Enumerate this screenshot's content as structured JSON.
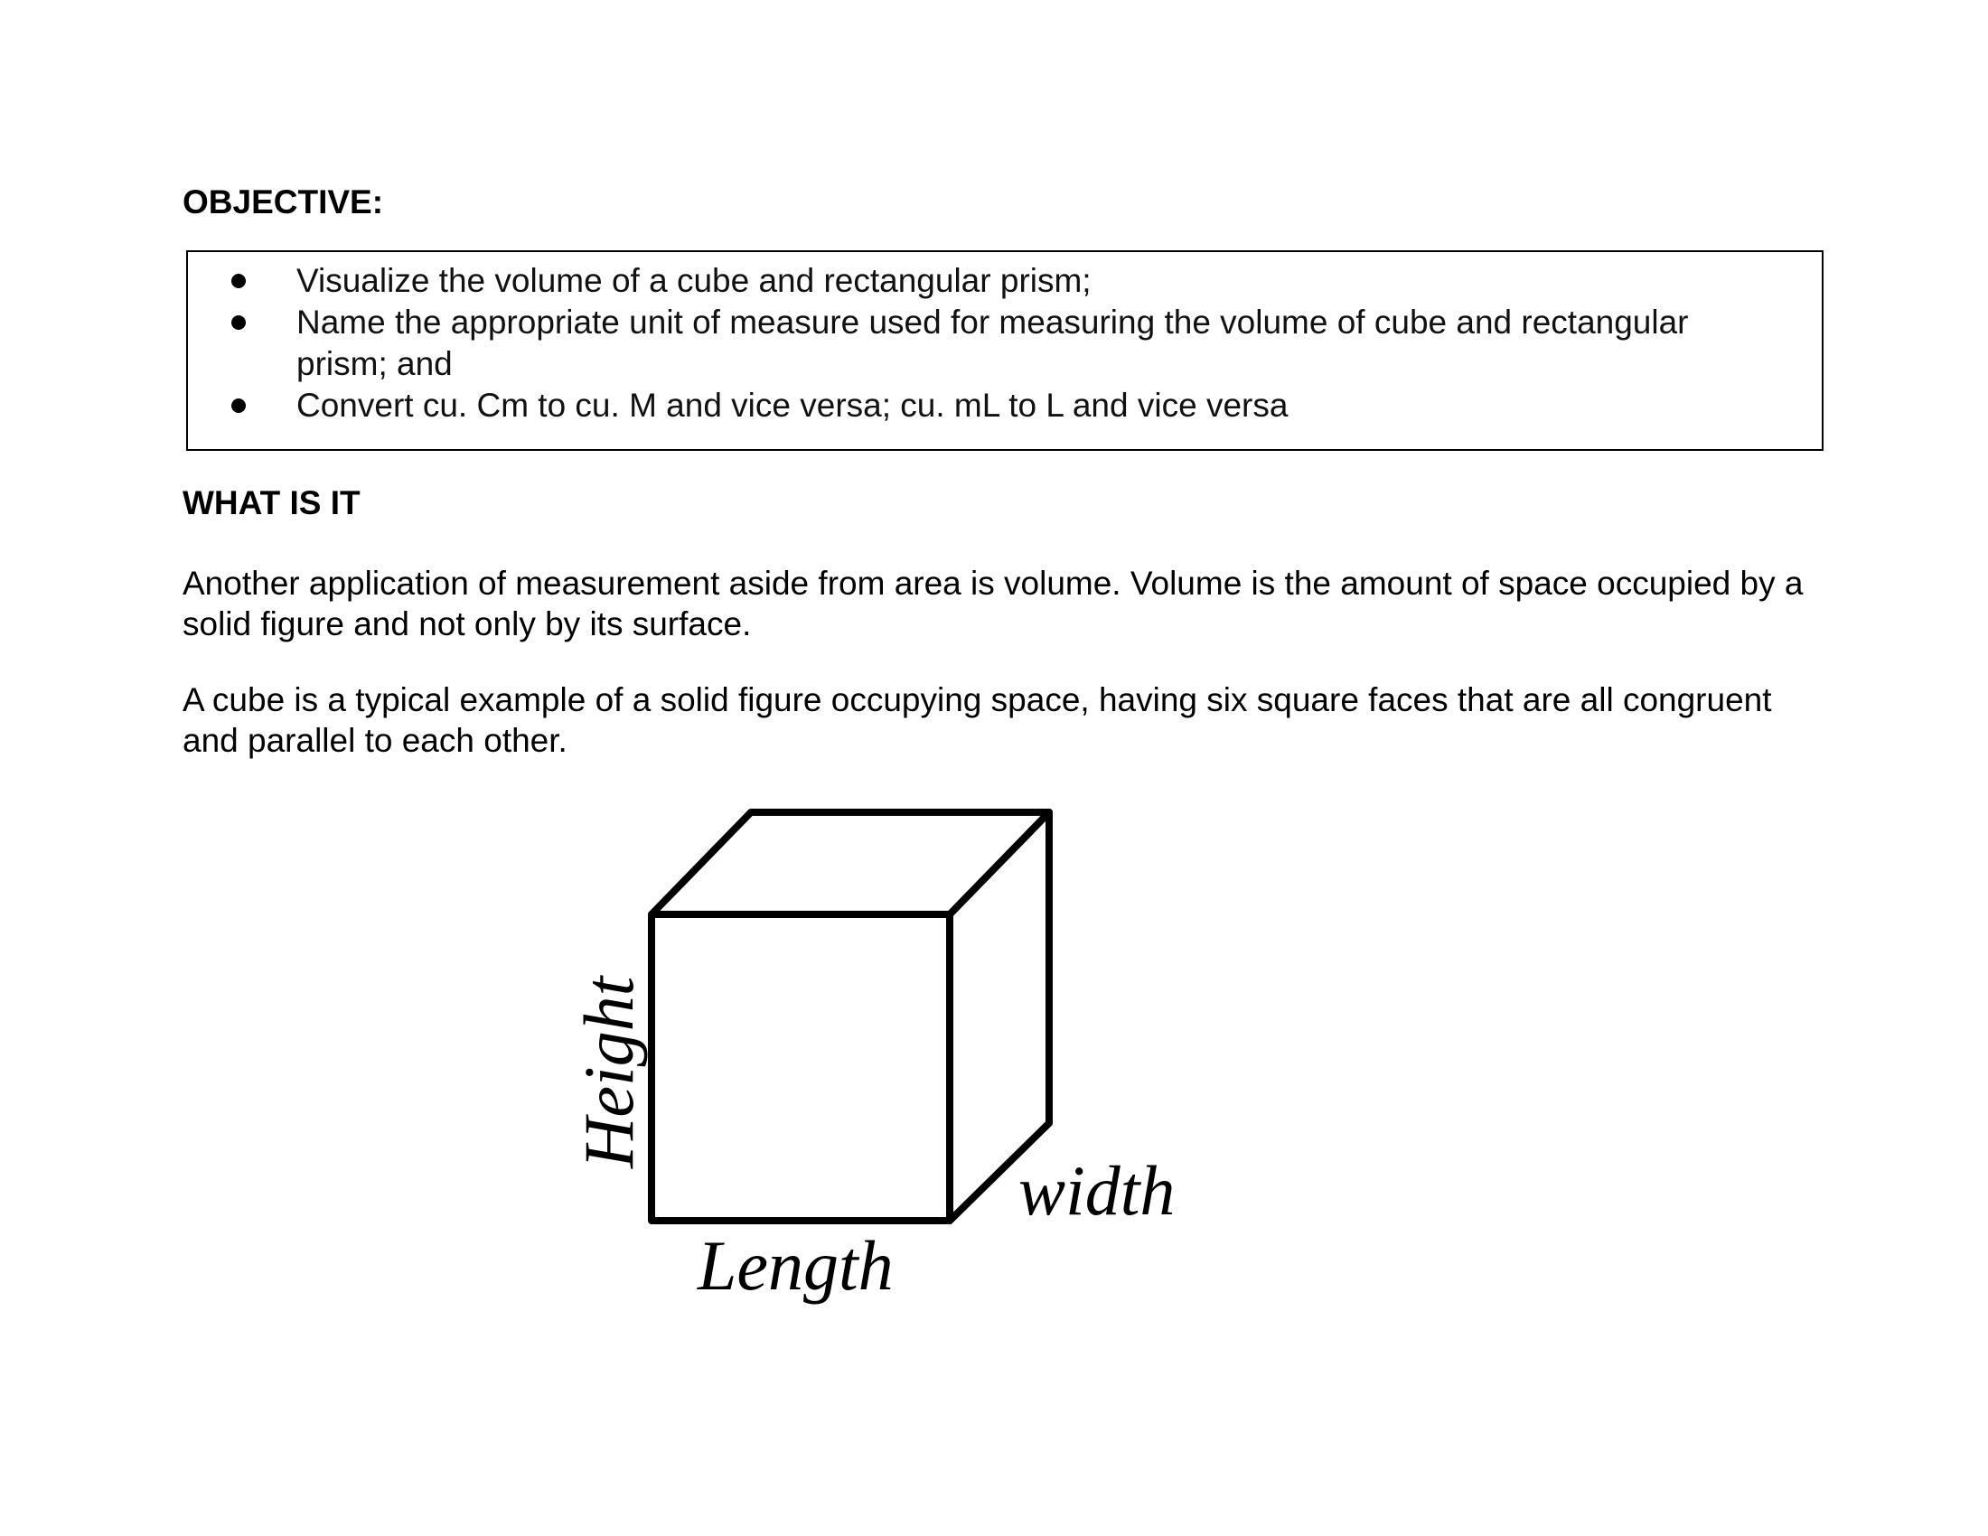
{
  "objective": {
    "heading": "OBJECTIVE:",
    "items": [
      "Visualize the volume of a cube and rectangular prism;",
      "Name the appropriate unit of measure used for measuring the volume of cube and rectangular prism; and",
      "Convert cu. Cm to cu. M and vice versa; cu. mL to L and vice versa"
    ]
  },
  "what_is_it": {
    "heading": "WHAT IS IT",
    "paragraphs": [
      "Another application of measurement aside from area is volume. Volume is the amount of space occupied by a solid figure and not only by its surface.",
      "A cube is a typical example of a solid figure occupying space, having six square faces that are all congruent and parallel to each other."
    ]
  },
  "figure": {
    "labels": {
      "height": "Height",
      "length": "Length",
      "width": "width"
    }
  }
}
